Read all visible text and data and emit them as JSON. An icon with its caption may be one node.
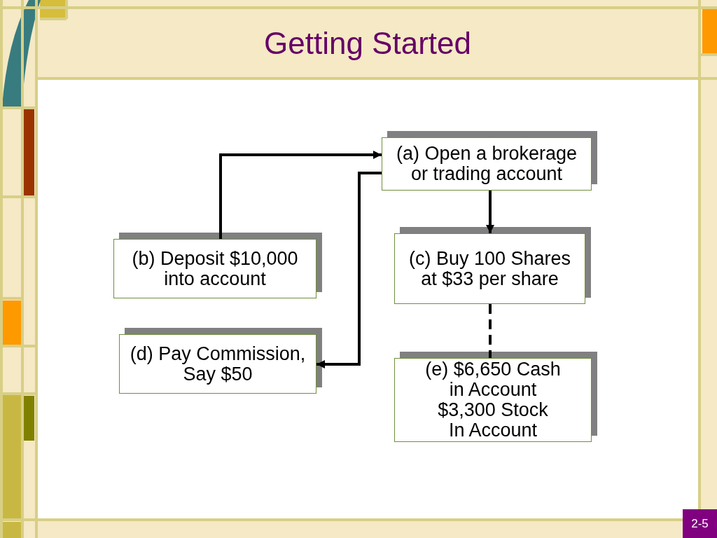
{
  "diagram": {
    "title": "Getting Started",
    "nodes": [
      {
        "text": [
          "(a) Open a brokerage or trading account"
        ]
      },
      {
        "text": [
          "(b) Deposit $10,000 into account"
        ]
      },
      {
        "text": [
          "(c) Buy 100 Shares at $33 per share"
        ]
      },
      {
        "text": [
          "(d) Pay Commission, Say $50"
        ]
      },
      {
        "text": [
          "(e) $6,650 Cash in Account $3,300 Stock In Account"
        ]
      }
    ],
    "edges": [
      {
        "from": 1,
        "to": 0,
        "arrow": "to"
      },
      {
        "from": 0,
        "to": 3,
        "arrow": "to"
      },
      {
        "from": 0,
        "to": 2,
        "arrow": "to"
      },
      {
        "from": 2,
        "to": 4,
        "arrow": "none",
        "style": "dashed"
      }
    ],
    "labels": [
      "2-5"
    ]
  }
}
